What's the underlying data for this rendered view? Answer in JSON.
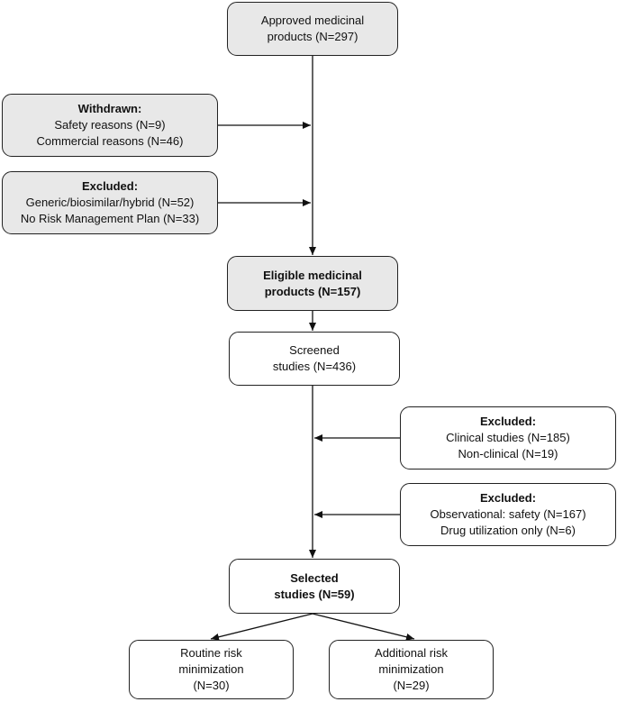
{
  "approved": {
    "line1": "Approved medicinal",
    "line2": "products (N=297)"
  },
  "withdrawn": {
    "heading": "Withdrawn:",
    "line1": "Safety reasons (N=9)",
    "line2": "Commercial reasons (N=46)"
  },
  "excluded_products": {
    "heading": "Excluded:",
    "line1": "Generic/biosimilar/hybrid (N=52)",
    "line2": "No Risk Management Plan (N=33)"
  },
  "eligible": {
    "line1": "Eligible medicinal",
    "line2": "products (N=157)"
  },
  "screened": {
    "line1": "Screened",
    "line2": "studies (N=436)"
  },
  "excluded_clinical": {
    "heading": "Excluded:",
    "line1": "Clinical studies (N=185)",
    "line2": "Non-clinical (N=19)"
  },
  "excluded_observational": {
    "heading": "Excluded:",
    "line1": "Observational: safety (N=167)",
    "line2": "Drug utilization only (N=6)"
  },
  "selected": {
    "line1": "Selected",
    "line2": "studies (N=59)"
  },
  "routine": {
    "line1": "Routine risk",
    "line2": "minimization",
    "line3": "(N=30)"
  },
  "additional": {
    "line1": "Additional risk",
    "line2": "minimization",
    "line3": "(N=29)"
  }
}
